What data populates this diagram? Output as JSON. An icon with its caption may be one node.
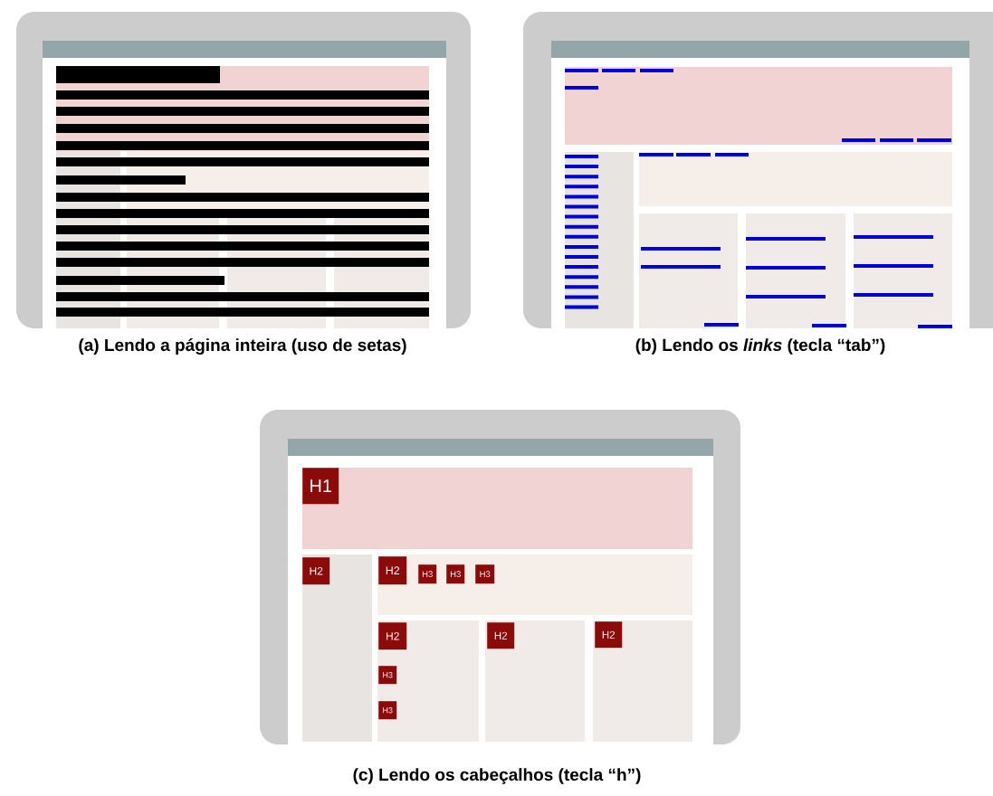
{
  "diagram": {
    "nodes": [
      {
        "text": [
          "H1"
        ]
      },
      {
        "text": [
          "H2"
        ]
      },
      {
        "text": [
          "H2"
        ]
      },
      {
        "text": [
          "H3"
        ]
      },
      {
        "text": [
          "H3"
        ]
      },
      {
        "text": [
          "H3"
        ]
      },
      {
        "text": [
          "H2"
        ]
      },
      {
        "text": [
          "H2"
        ]
      },
      {
        "text": [
          "H2"
        ]
      },
      {
        "text": [
          "H3"
        ]
      },
      {
        "text": [
          "H3"
        ]
      }
    ],
    "labels": [
      "(a) Lendo a página inteira (uso de setas)",
      "(b) Lendo os *links* (tecla “tab”)",
      "(c) Lendo os cabeçalhos (tecla “h”)"
    ]
  }
}
